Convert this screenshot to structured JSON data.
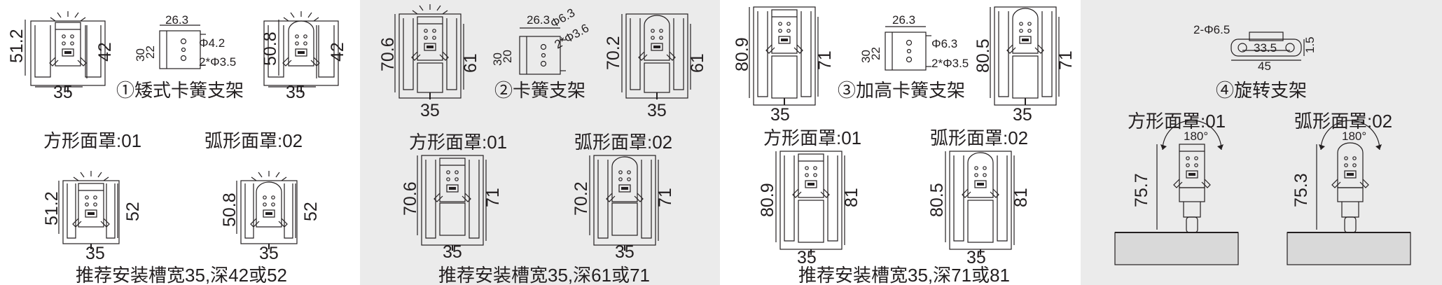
{
  "panels": [
    {
      "title": "①矮式卡簧支架",
      "install_note": "推荐安装槽宽35,深42或52",
      "cover_square": "方形面罩:01",
      "cover_arc": "弧形面罩:02",
      "bracket": {
        "width": "26.3",
        "inner": "22",
        "height": "30",
        "hole": "Φ4.2",
        "holes2": "2*Φ3.5"
      },
      "top_square": {
        "h": "51.2",
        "depth": "42",
        "w": "35"
      },
      "top_arc": {
        "h": "50.8",
        "depth": "42",
        "w": "35"
      },
      "bot_square": {
        "h": "51.2",
        "depth": "52",
        "w": "35"
      },
      "bot_arc": {
        "h": "50.8",
        "depth": "52",
        "w": "35"
      }
    },
    {
      "title": "②卡簧支架",
      "install_note": "推荐安装槽宽35,深61或71",
      "cover_square": "方形面罩:01",
      "cover_arc": "弧形面罩:02",
      "bracket": {
        "width": "26.3",
        "inner": "20",
        "height": "30",
        "hole": "Φ6.3",
        "holes2": "2*Φ3.6"
      },
      "top_square": {
        "h": "70.6",
        "depth": "61",
        "w": "35"
      },
      "top_arc": {
        "h": "70.2",
        "depth": "61",
        "w": "35"
      },
      "bot_square": {
        "h": "70.6",
        "depth": "71",
        "w": "35"
      },
      "bot_arc": {
        "h": "70.2",
        "depth": "71",
        "w": "35"
      }
    },
    {
      "title": "③加高卡簧支架",
      "install_note": "推荐安装槽宽35,深71或81",
      "cover_square": "方形面罩:01",
      "cover_arc": "弧形面罩:02",
      "bracket": {
        "width": "26.3",
        "inner": "22",
        "height": "30",
        "hole": "Φ6.3",
        "holes2": "2*Φ3.5"
      },
      "top_square": {
        "h": "80.9",
        "depth": "71",
        "w": "35"
      },
      "top_arc": {
        "h": "80.5",
        "depth": "71",
        "w": "35"
      },
      "bot_square": {
        "h": "80.9",
        "depth": "81",
        "w": "35"
      },
      "bot_arc": {
        "h": "80.5",
        "depth": "81",
        "w": "35"
      }
    },
    {
      "title": "④旋转支架",
      "bracket": {
        "holes": "2-Φ6.5",
        "spacing": "33.5",
        "length": "45",
        "thickness": "1.5"
      },
      "cover_square": "方形面罩:01",
      "cover_arc": "弧形面罩:02",
      "square": {
        "h": "75.7",
        "angle": "180°"
      },
      "arc": {
        "h": "75.3",
        "angle": "180°"
      }
    }
  ],
  "colors": {
    "panel_bg_light": "#ffffff",
    "panel_bg_gray": "#ebebeb",
    "ink": "#231f20",
    "ground": "#d9d9d9"
  }
}
